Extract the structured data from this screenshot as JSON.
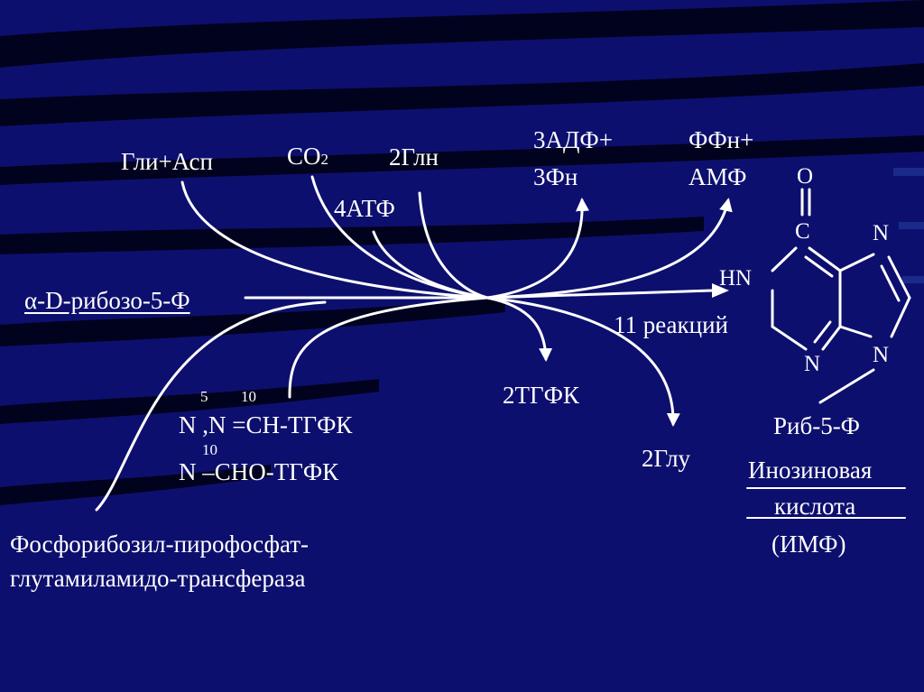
{
  "slide": {
    "background_color": "#0d0f6e",
    "stripe_color": "#000010",
    "line_color": "#ffffff"
  },
  "inputs": {
    "gly_asp": "Гли+Асп",
    "co2_main": "CO",
    "co2_sub": "2",
    "gln2": "2Глн",
    "atp4": "4АТФ",
    "adp_line1": "3АДФ+",
    "adp_line2": "3Фн",
    "ppn_line1": "ФФн+",
    "ppn_line2": "АМФ"
  },
  "substrate": "α-D-рибозо-5-Ф",
  "reactions_label": "11 реакций",
  "thfk_outputs": {
    "sup_5": "5",
    "sup_10a": "10",
    "line1": "N ,N =CH-ТГФК",
    "sup_10b": "10",
    "line2": "N –CHO-ТГФК"
  },
  "products": {
    "thfk2": "2ТГФК",
    "glu2": "2Глу"
  },
  "enzyme": {
    "line1": "Фосфорибозил-пирофосфат-",
    "line2": "глутамиламидо-трансфераза"
  },
  "structure": {
    "atoms": {
      "o": "O",
      "c": "C",
      "hn": "HN",
      "n_top_right": "N",
      "n_bottom_left": "N",
      "n_bottom_right": "N"
    },
    "substituent": "Риб-5-Ф",
    "name_line1": "Инозиновая",
    "name_line2": "кислота",
    "abbr": "(ИМФ)"
  }
}
